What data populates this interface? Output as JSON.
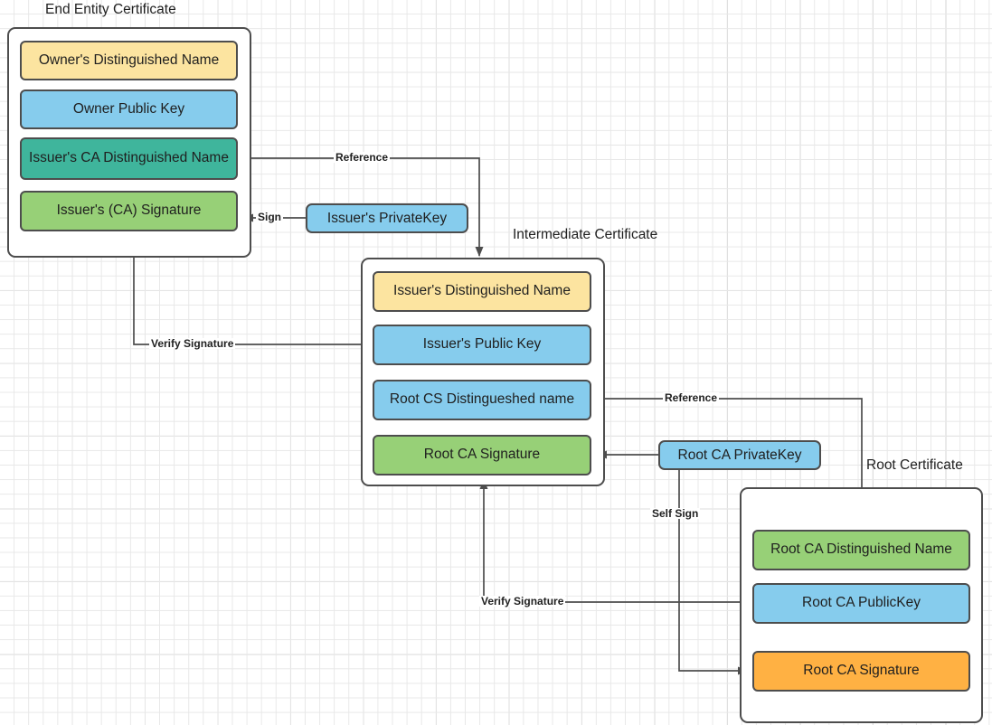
{
  "diagram": {
    "title_hidden": "X.509 Certificate Chain of Trust",
    "colors": {
      "yellow": "#FCE4A0",
      "blue": "#86CCED",
      "teal": "#3FB59C",
      "green": "#97D077",
      "orange": "#FFB143",
      "stroke": "#4D4D4D",
      "text": "#1F1F1F",
      "grid_minor": "#E8E8E8",
      "grid_major": "#D0D0D0"
    }
  },
  "end_entity": {
    "title": "End Entity Certificate",
    "fields": [
      {
        "label": "Owner's Distinguished Name",
        "color": "#FCE4A0"
      },
      {
        "label": "Owner Public  Key",
        "color": "#86CCED"
      },
      {
        "label": "Issuer's CA Distinguished Name",
        "color": "#3FB59C"
      },
      {
        "label": "Issuer's (CA) Signature",
        "color": "#97D077"
      }
    ]
  },
  "intermediate": {
    "title": "Intermediate Certificate",
    "fields": [
      {
        "label": "Issuer's Distinguished Name",
        "color": "#FCE4A0"
      },
      {
        "label": "Issuer's Public  Key",
        "color": "#86CCED"
      },
      {
        "label": "Root CS Distingueshed name",
        "color": "#86CCED"
      },
      {
        "label": "Root CA Signature",
        "color": "#97D077"
      }
    ]
  },
  "root": {
    "title": "Root Certificate",
    "fields": [
      {
        "label": "Root CA Distinguished Name",
        "color": "#97D077"
      },
      {
        "label": "Root CA PublicKey",
        "color": "#86CCED"
      },
      {
        "label": "Root CA Signature",
        "color": "#FFB143"
      }
    ]
  },
  "keys": {
    "issuer_private": {
      "label": "Issuer's PrivateKey",
      "color": "#86CCED"
    },
    "root_private": {
      "label": "Root CA PrivateKey",
      "color": "#86CCED"
    }
  },
  "edges": {
    "reference_top": "Reference",
    "sign": "Sign",
    "verify_signature_top": "Verify Signature",
    "reference_bottom": "Reference",
    "self_sign": "Self Sign",
    "verify_signature_bottom": "Verify Signature"
  }
}
